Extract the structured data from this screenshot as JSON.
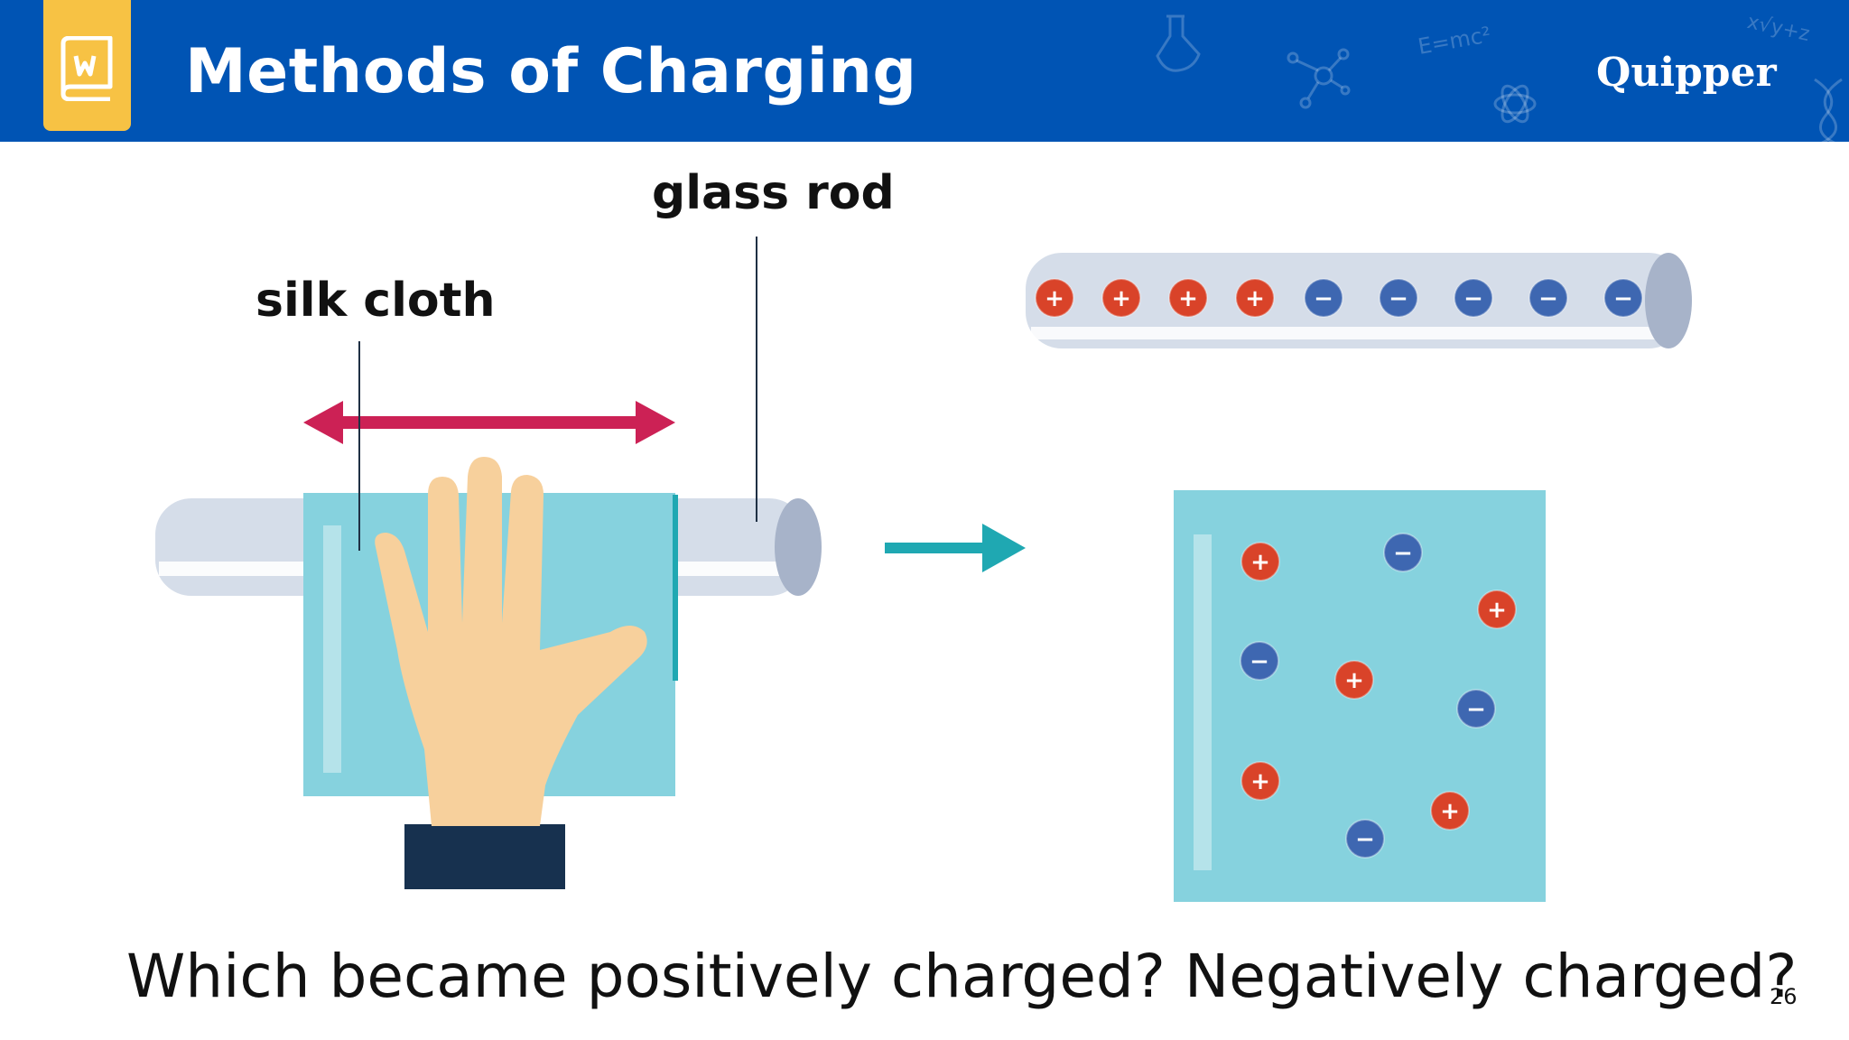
{
  "header": {
    "title": "Methods of Charging",
    "brand": "Quipper",
    "accent_color": "#0054B4",
    "logo_color": "#F7C244",
    "logo_icon": "book-icon",
    "background_icons": [
      "flask-icon",
      "formula-doodle",
      "molecule-icon",
      "atom-icon",
      "math-doodle",
      "dna-icon"
    ],
    "formula_doodle": "E=mc²",
    "math_doodle": "x√y+z"
  },
  "diagram": {
    "labels": {
      "silk_cloth": "silk cloth",
      "glass_rod": "glass rod"
    },
    "glass_rod_charges": [
      "+",
      "+",
      "+",
      "+",
      "−",
      "−",
      "−",
      "−",
      "−"
    ],
    "silk_cloth_charges": [
      "+",
      "−",
      "+",
      "−",
      "+",
      "−",
      "+",
      "+",
      "−"
    ],
    "colors": {
      "positive": "#D94329",
      "negative": "#3E67B1",
      "rod": "#D5DDE9",
      "cloth": "#86D2DE",
      "arrow": "#CC2155",
      "process_arrow": "#1FA8B2",
      "hand": "#F7D09C",
      "sleeve": "#17314F"
    }
  },
  "question": "Which became positively charged? Negatively charged?",
  "page_number": "26"
}
